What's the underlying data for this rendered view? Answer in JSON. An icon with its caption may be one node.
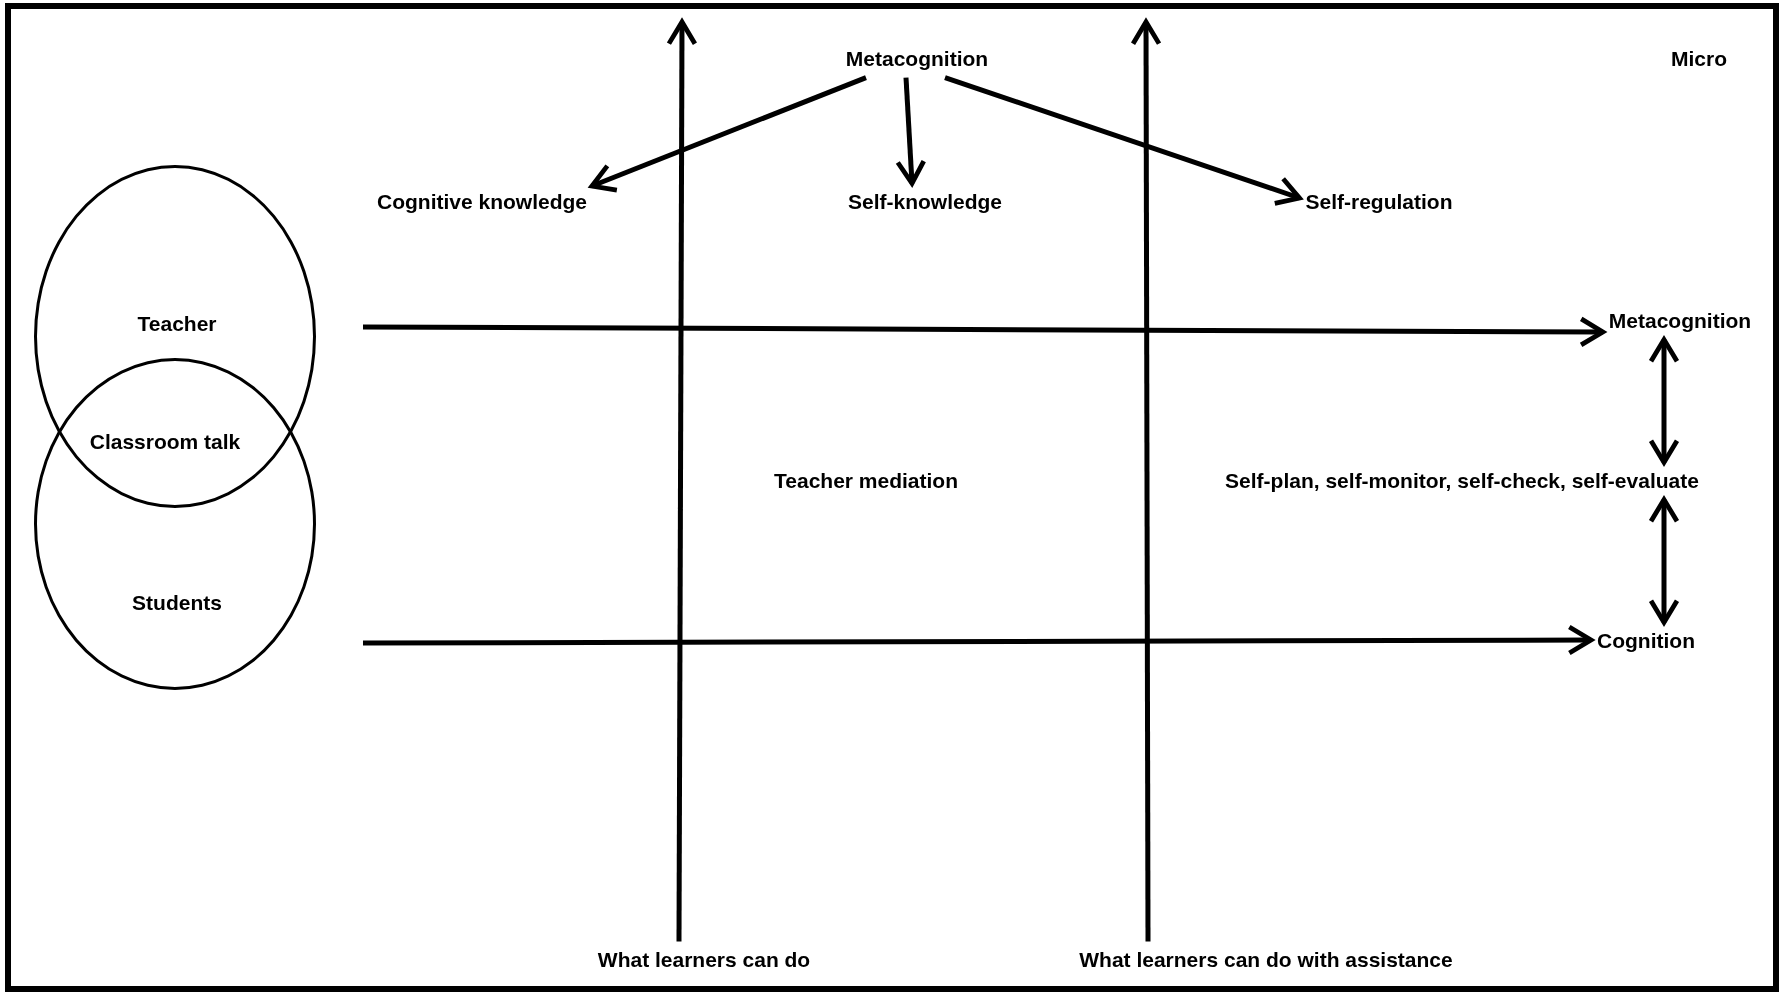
{
  "diagram": {
    "nodes": [
      {
        "text": [
          "Metacognition"
        ]
      },
      {
        "text": [
          "Cognitive knowledge"
        ]
      },
      {
        "text": [
          "Self-knowledge"
        ]
      },
      {
        "text": [
          "Self-regulation"
        ]
      },
      {
        "text": [
          "Teacher"
        ]
      },
      {
        "text": [
          "Students"
        ]
      },
      {
        "text": [
          "Metacognition"
        ]
      },
      {
        "text": [
          "Self-plan, self-monitor, self-check, self-evaluate"
        ]
      },
      {
        "text": [
          "Cognition"
        ]
      },
      {
        "text": [
          "What learners can do"
        ]
      },
      {
        "text": [
          "What learners can do with assistance"
        ]
      }
    ],
    "edges": [
      {
        "from": 0,
        "to": 1,
        "arrow": "to"
      },
      {
        "from": 0,
        "to": 2,
        "arrow": "to"
      },
      {
        "from": 0,
        "to": 3,
        "arrow": "to"
      },
      {
        "from": null,
        "to": 6,
        "arrow": "to"
      },
      {
        "from": null,
        "to": 8,
        "arrow": "to"
      },
      {
        "from": 6,
        "to": 7,
        "arrow": "both"
      },
      {
        "from": 7,
        "to": 8,
        "arrow": "both"
      },
      {
        "from": 9,
        "to": null,
        "arrow": "to"
      },
      {
        "from": 10,
        "to": null,
        "arrow": "to"
      }
    ],
    "labels": [
      "Micro",
      "Classroom talk",
      "Teacher mediation"
    ]
  }
}
